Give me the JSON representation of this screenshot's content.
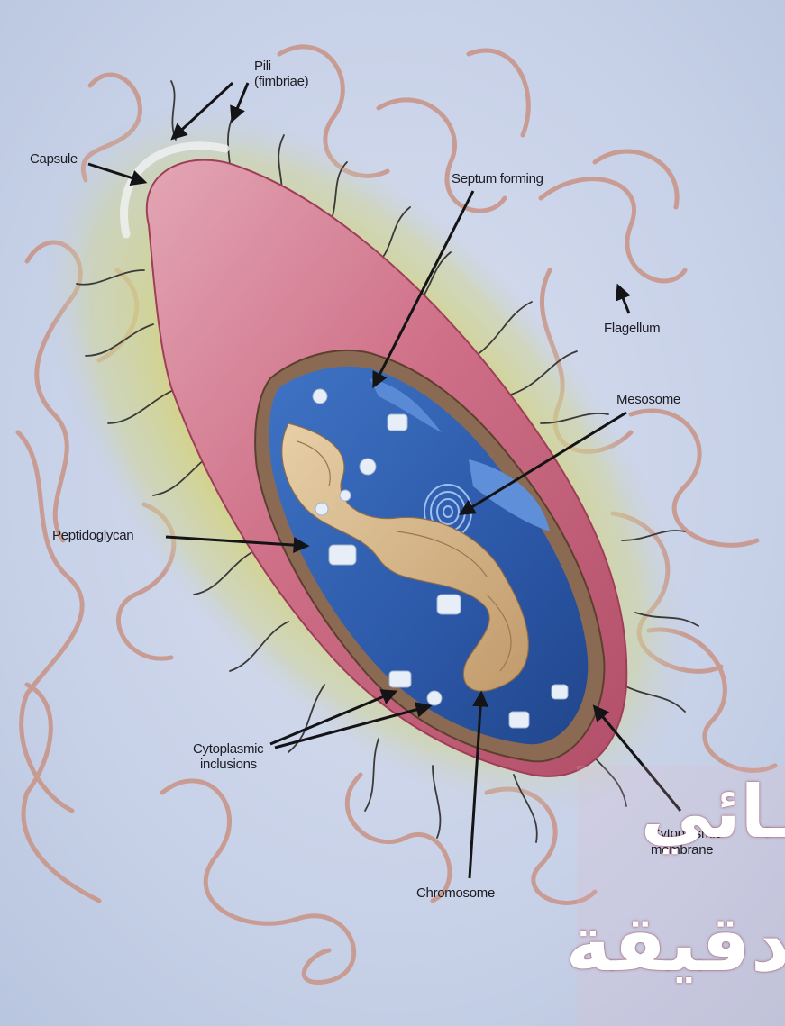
{
  "labels": {
    "pili": "Pili",
    "fimbriae": "(fimbriae)",
    "capsule": "Capsule",
    "septum": "Septum forming",
    "flagellum": "Flagellum",
    "mesosome": "Mesosome",
    "peptidoglycan": "Peptidoglycan",
    "cyto_inclusions_1": "Cytoplasmic",
    "cyto_inclusions_2": "inclusions",
    "cyto_membrane_1": "Cytoplasmic",
    "cyto_membrane_2": "membrane",
    "chromosome": "Chromosome"
  },
  "watermark": {
    "line1": "ـائي",
    "line2": "دقيقة"
  },
  "colors": {
    "background": "#c9d3e6",
    "capsule_glow": "#cfd27a",
    "cell_wall": "#c9607a",
    "cytoplasm": "#2f5fb0",
    "chromosome": "#d8b98c",
    "flagella": "#c9968a",
    "pili": "#3a3a38"
  }
}
